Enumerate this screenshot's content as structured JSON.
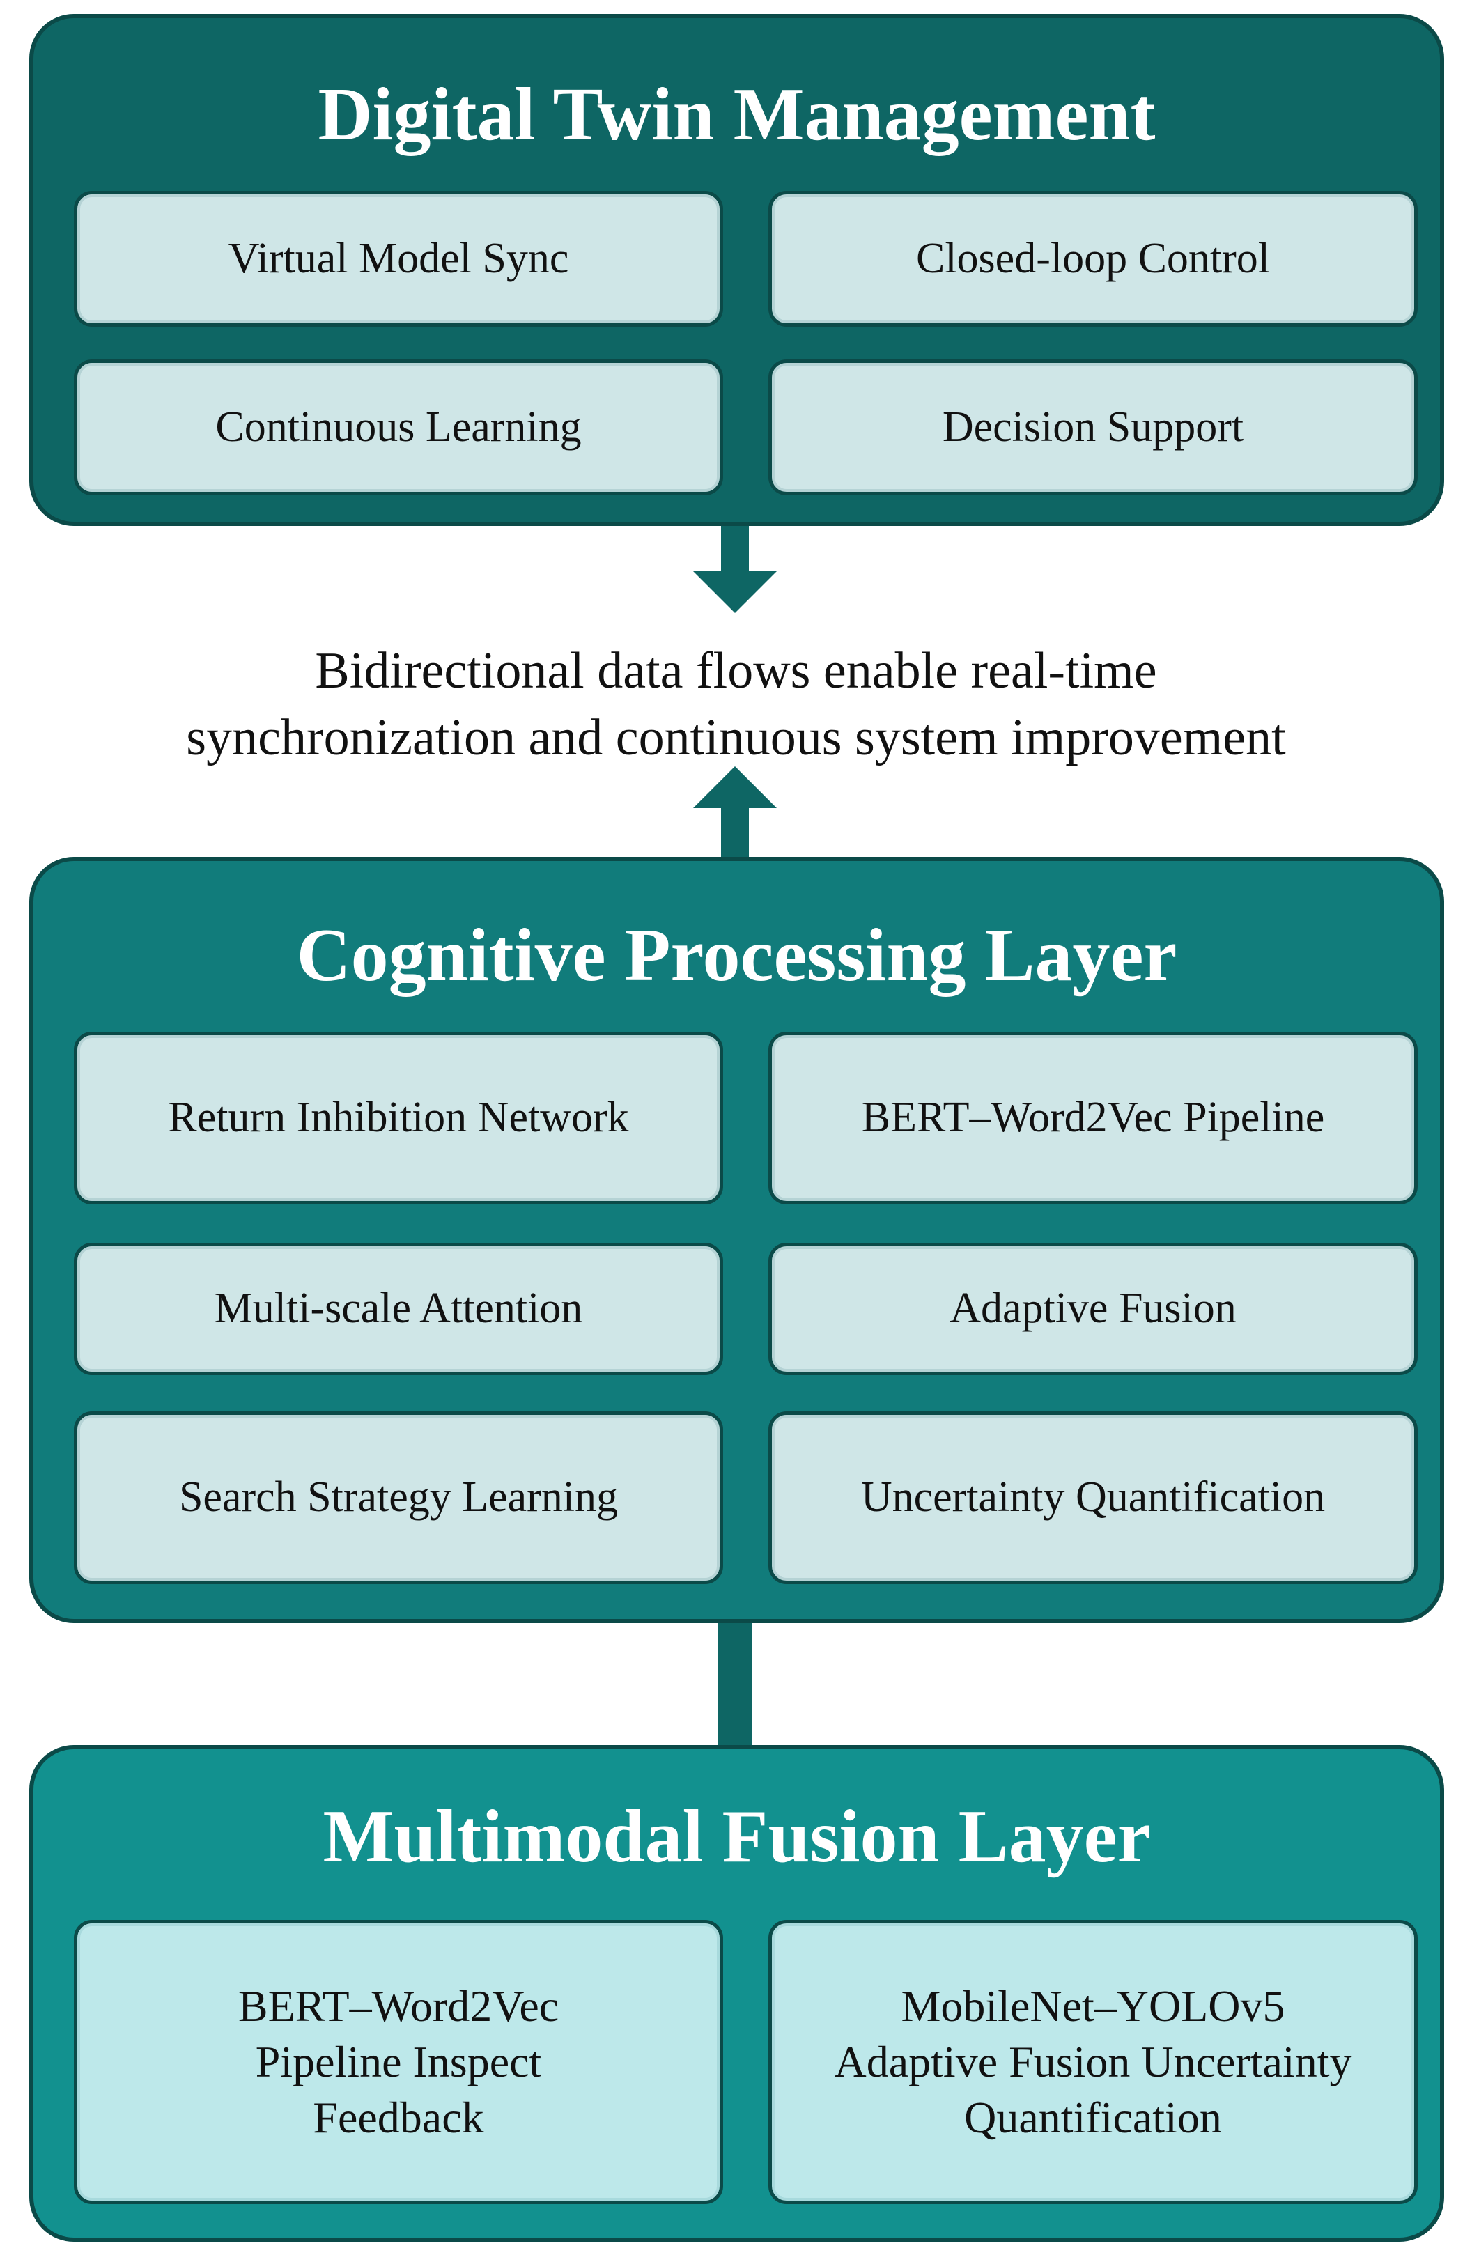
{
  "digital_twin": {
    "title": "Digital Twin Management",
    "items": [
      "Virtual Model Sync",
      "Closed-loop Control",
      "Continuous Learning",
      "Decision Support"
    ]
  },
  "caption": {
    "line1": "Bidirectional data flows enable real-time",
    "line2": "synchronization and continuous system improvement"
  },
  "cognitive": {
    "title": "Cognitive Processing Layer",
    "items": [
      "Return Inhibition Network",
      "BERT–Word2Vec Pipeline",
      "Multi-scale Attention",
      "Adaptive Fusion",
      "Search Strategy Learning",
      "Uncertainty Quantification"
    ]
  },
  "multimodal": {
    "title": "Multimodal Fusion Layer",
    "items": [
      [
        "BERT–Word2Vec",
        "Pipeline Inspect",
        "Feedback"
      ],
      [
        "MobileNet–YOLOv5",
        "Adaptive Fusion Uncertainty",
        "Quantification"
      ]
    ]
  },
  "colors": {
    "dark_teal": "#0e6664",
    "mid_teal": "#117c7b",
    "light_teal": "#12918f",
    "box_fill": "#cfe6e7",
    "arrow": "#0e6664"
  }
}
